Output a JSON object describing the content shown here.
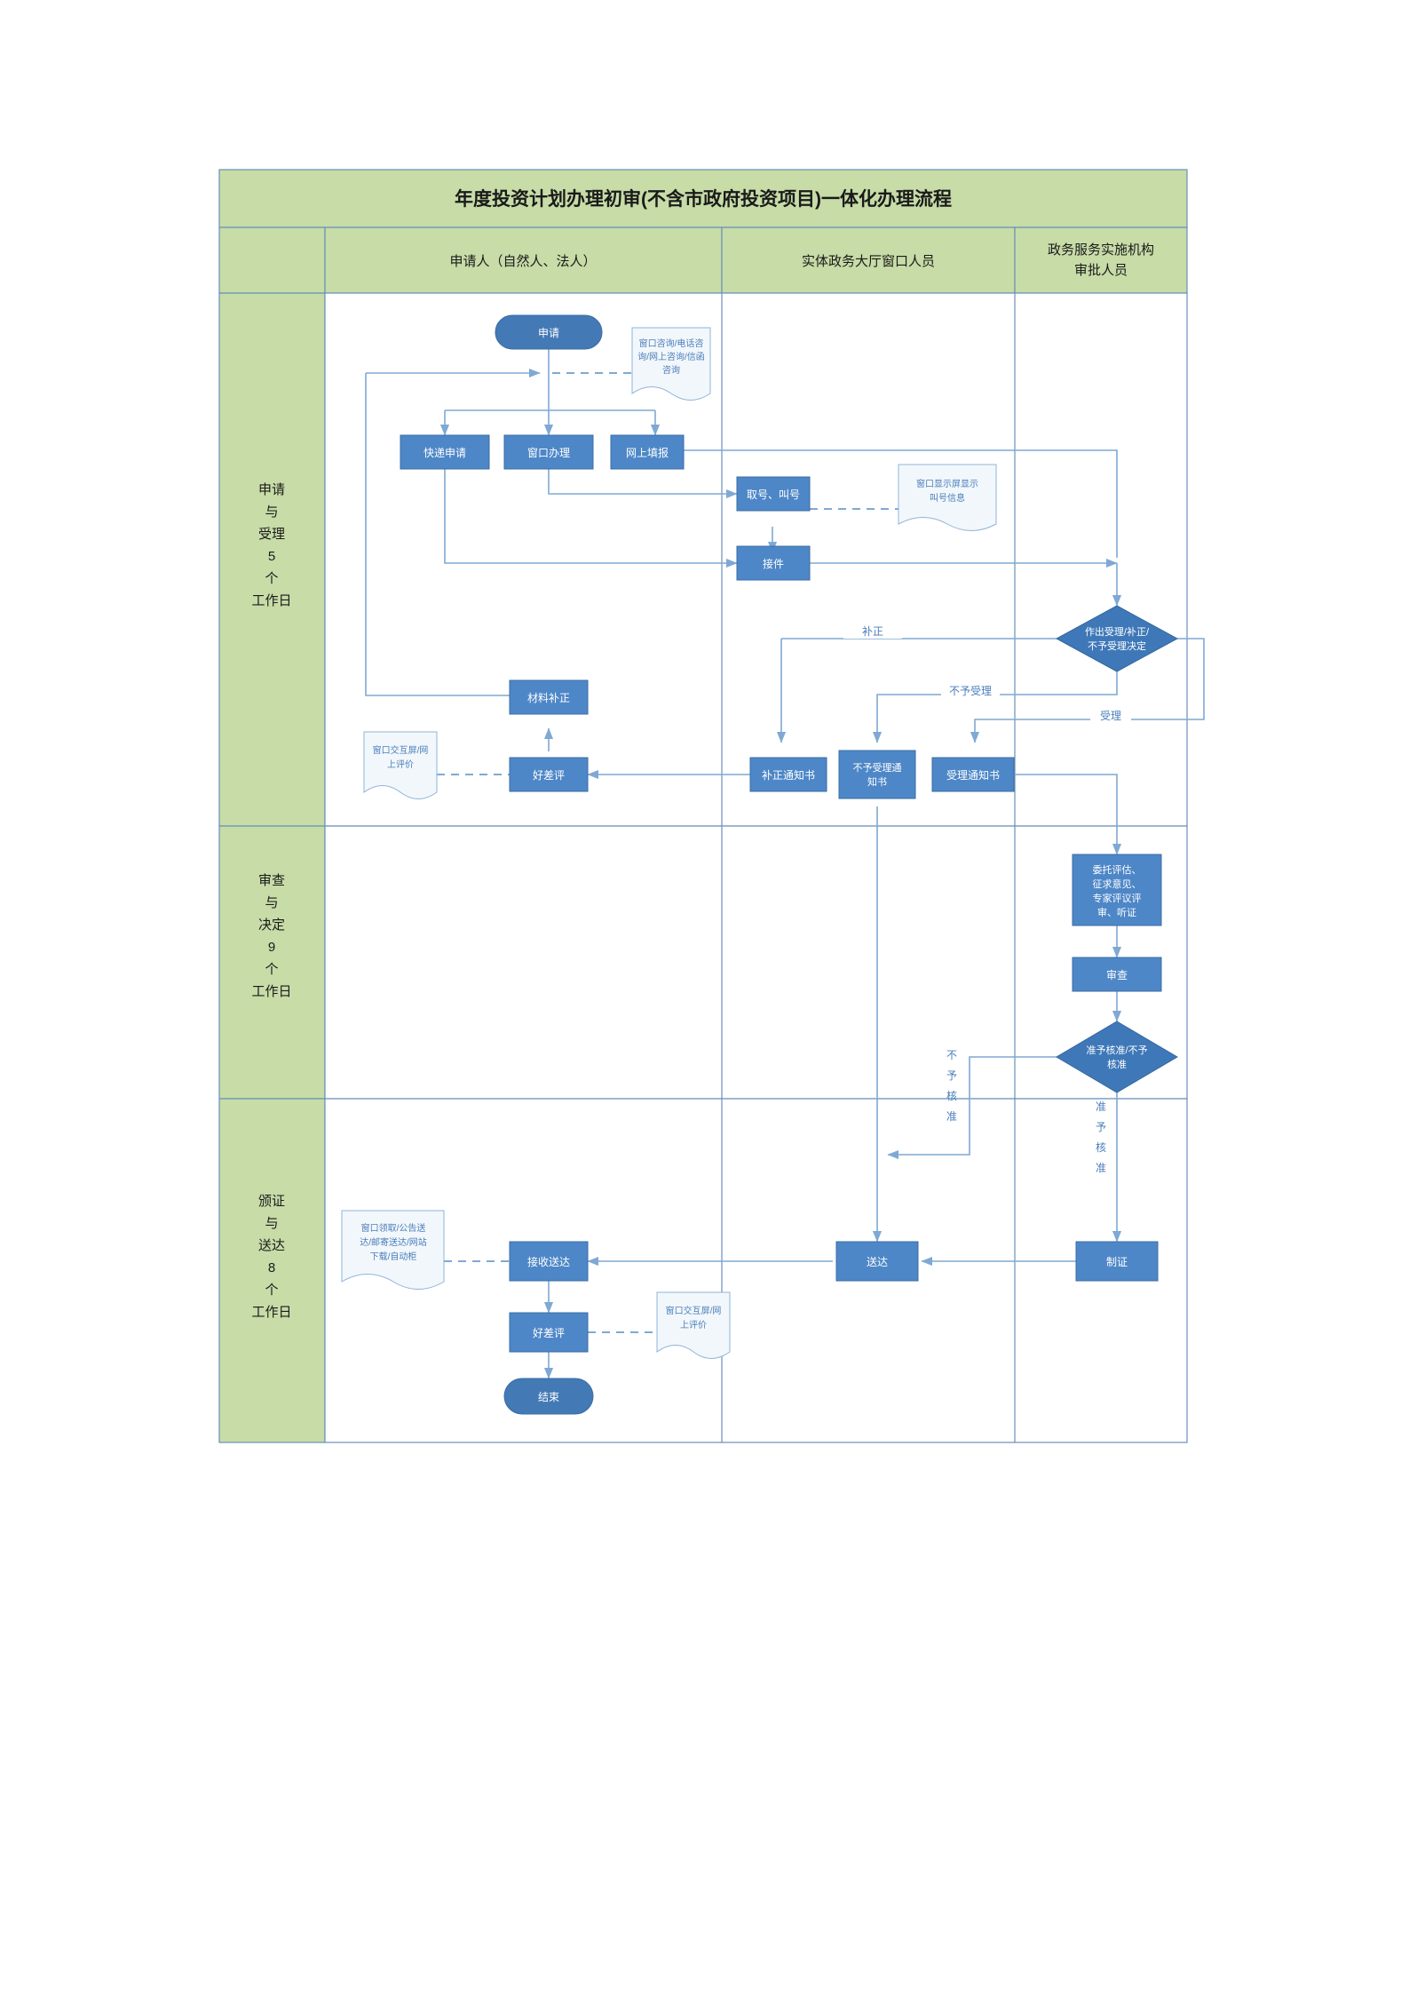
{
  "title": "年度投资计划办理初审(不含市政府投资项目)一体化办理流程",
  "columns": [
    {
      "key": "applicant",
      "label": "申请人（自然人、法人）"
    },
    {
      "key": "window_staff",
      "label": "实体政务大厅窗口人员"
    },
    {
      "key": "approver",
      "label": "政务服务实施机构\n审批人员"
    }
  ],
  "column_headers": {
    "applicant": "申请人（自然人、法人）",
    "window_staff": "实体政务大厅窗口人员",
    "approver_line1": "政务服务实施机构",
    "approver_line2": "审批人员"
  },
  "lanes": [
    {
      "key": "accept",
      "lines": [
        "申请",
        "与",
        "受理",
        "5",
        "个",
        "工作日"
      ]
    },
    {
      "key": "review",
      "lines": [
        "审查",
        "与",
        "决定",
        "9",
        "个",
        "工作日"
      ]
    },
    {
      "key": "issue",
      "lines": [
        "颁证",
        "与",
        "送达",
        "8",
        "个",
        "工作日"
      ]
    }
  ],
  "nodes": {
    "start": "申请",
    "express_apply": "快递申请",
    "window_handle": "窗口办理",
    "online_fill": "网上填报",
    "take_number": "取号、叫号",
    "receive_case": "接件",
    "decision_accept": "作出受理/补正/\n不予受理决定",
    "decision_accept_l1": "作出受理/补正/",
    "decision_accept_l2": "不予受理决定",
    "material_supplement": "材料补正",
    "rating_1": "好差评",
    "supplement_notice": "补正通知书",
    "reject_notice_l1": "不予受理通",
    "reject_notice_l2": "知书",
    "accept_notice": "受理通知书",
    "entrust_eval_l1": "委托评估、",
    "entrust_eval_l2": "征求意见、",
    "entrust_eval_l3": "专家评议评",
    "entrust_eval_l4": "审、听证",
    "examine": "审查",
    "decision_approve_l1": "准予核准/不予",
    "decision_approve_l2": "核准",
    "make_cert": "制证",
    "deliver": "送达",
    "receive_deliver": "接收送达",
    "rating_2": "好差评",
    "end": "结束"
  },
  "notes": {
    "consult": [
      "窗口咨询/电话咨",
      "询/网上咨询/信函",
      "咨询"
    ],
    "queue_display": [
      "窗口显示屏显示",
      "叫号信息"
    ],
    "evaluate_1": [
      "窗口交互屏/网",
      "上评价"
    ],
    "delivery_ways": [
      "窗口领取/公告送",
      "达/邮寄送达/网站",
      "下载/自动柜"
    ],
    "evaluate_2": [
      "窗口交互屏/网",
      "上评价"
    ]
  },
  "edge_labels": {
    "supplement": "补正",
    "reject": "不予受理",
    "accept": "受理",
    "not_approved": [
      "不",
      "予",
      "核",
      "准"
    ],
    "approved": [
      "准",
      "予",
      "核",
      "准"
    ]
  },
  "colors": {
    "lane_green": "#C7DCA7",
    "node_blue": "#4E87C7",
    "terminator_blue": "#4379B5",
    "diamond_blue": "#3F78B8",
    "line_blue": "#7FA9D4",
    "note_border": "#8FB4D9",
    "frame_border": "#6A8FB8"
  }
}
